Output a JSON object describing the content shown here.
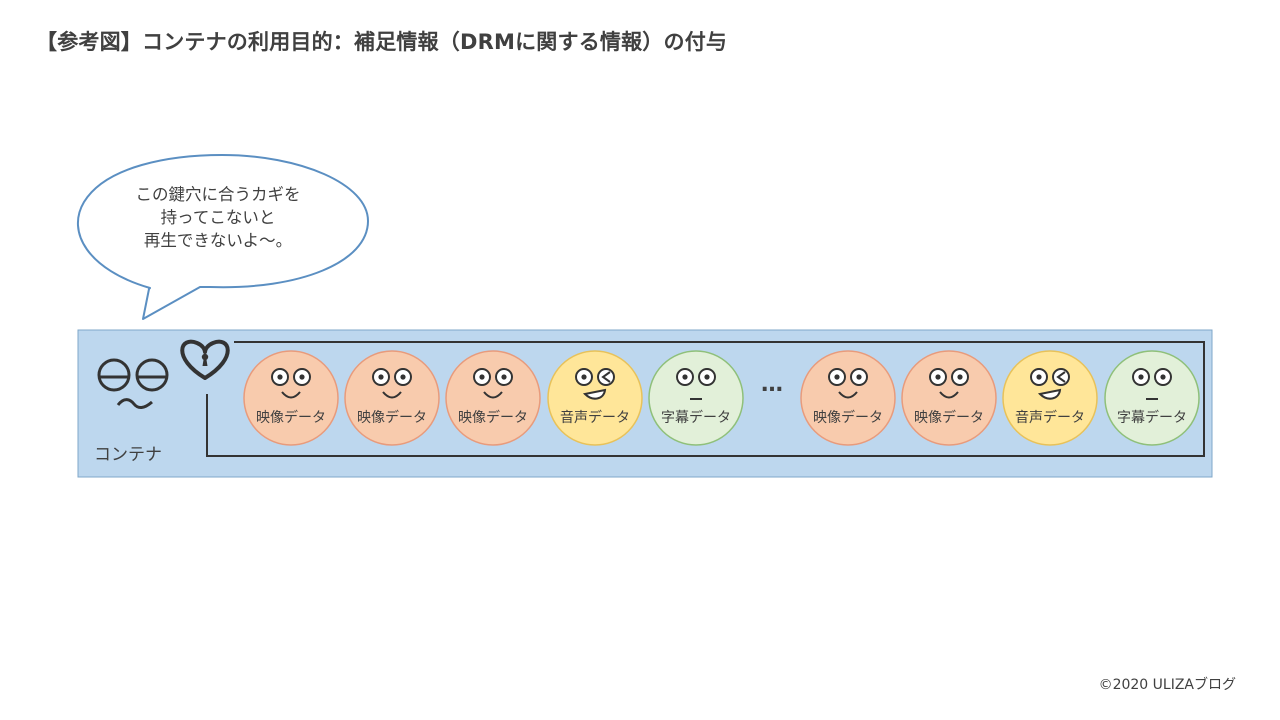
{
  "title": "【参考図】コンテナの利用目的：補足情報（DRMに関する情報）の付与",
  "speech_bubble": {
    "lines": [
      "この鍵穴に合うカギを",
      "持ってこないと",
      "再生できないよ〜。"
    ]
  },
  "container": {
    "label": "コンテナ",
    "lock_icon": "heart-keyhole-icon",
    "face_icon": "sleepy-face-icon",
    "colors": {
      "box_fill": "#bdd7ee",
      "box_border": "#7fa7c9"
    }
  },
  "tracks": [
    {
      "label": "映像データ",
      "kind": "video"
    },
    {
      "label": "映像データ",
      "kind": "video"
    },
    {
      "label": "映像データ",
      "kind": "video"
    },
    {
      "label": "音声データ",
      "kind": "audio"
    },
    {
      "label": "字幕データ",
      "kind": "subtitle"
    },
    {
      "label": "映像データ",
      "kind": "video"
    },
    {
      "label": "映像データ",
      "kind": "video"
    },
    {
      "label": "音声データ",
      "kind": "audio"
    },
    {
      "label": "字幕データ",
      "kind": "subtitle"
    }
  ],
  "ellipsis": "…",
  "track_colors": {
    "video": {
      "fill": "#f8cbad",
      "stroke": "#e89b7c"
    },
    "audio": {
      "fill": "#ffe699",
      "stroke": "#e8c25a"
    },
    "subtitle": {
      "fill": "#e2f0d9",
      "stroke": "#8fc07a"
    }
  },
  "footer": "©2020 ULIZAブログ"
}
